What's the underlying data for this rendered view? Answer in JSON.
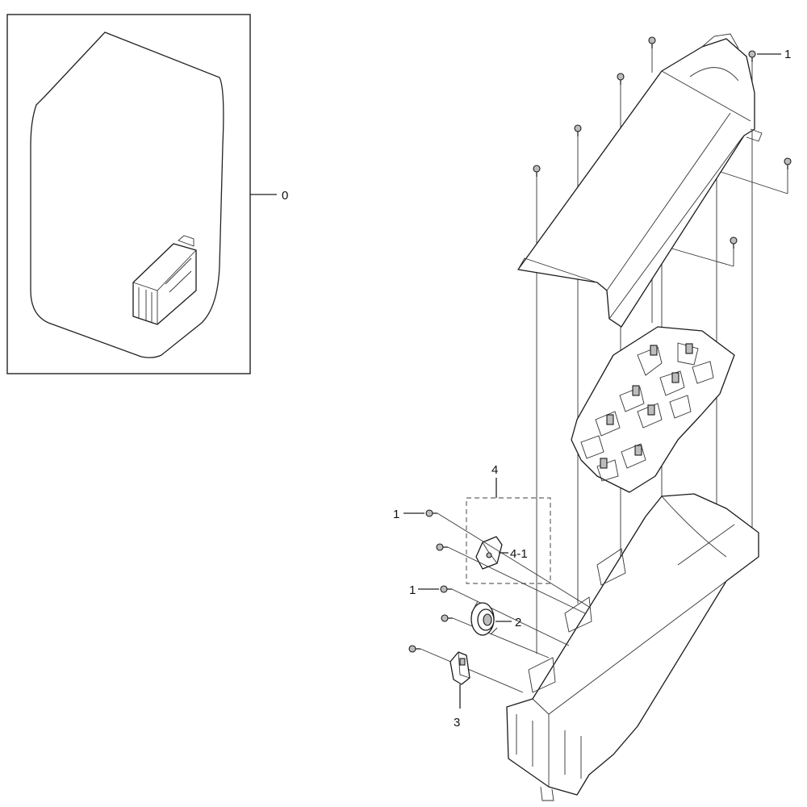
{
  "callouts": {
    "assembly": "0",
    "screw_top_right": "1",
    "screw_left_a": "1",
    "screw_left_b": "1",
    "thermostat": "2",
    "fuse_bracket": "3",
    "sensor_group": "4",
    "sensor_part": "4-1"
  },
  "colors": {
    "line": "#222222",
    "background": "#ffffff",
    "dash_box": "#666666"
  },
  "icons": [
    "screw-icon",
    "thermostat-icon",
    "bracket-icon",
    "heater-coil-icon"
  ]
}
